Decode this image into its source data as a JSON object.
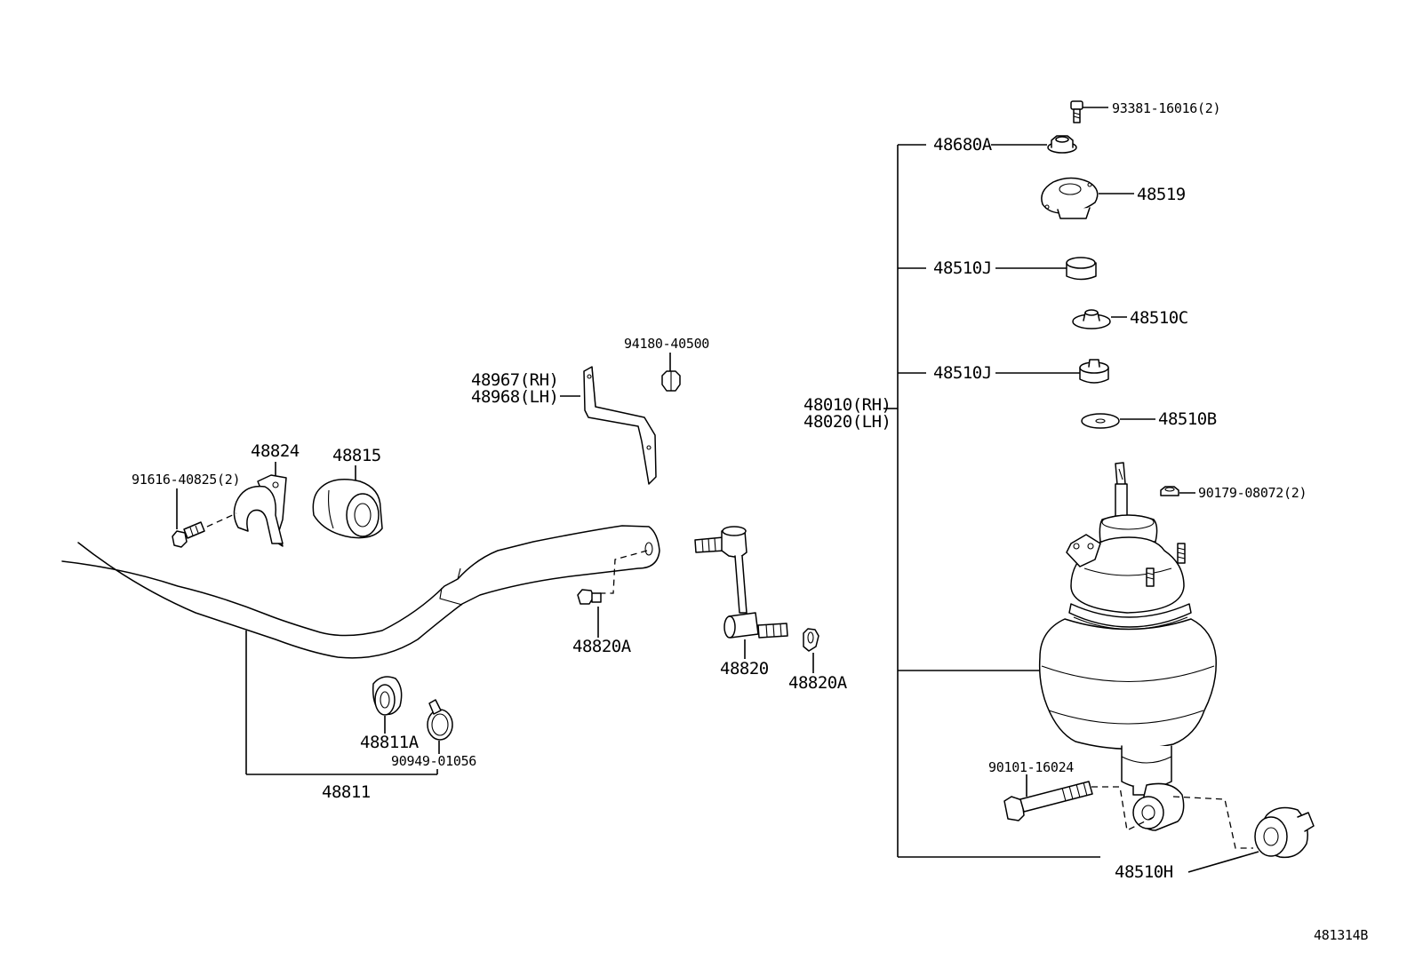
{
  "diagram_id": "481314B",
  "parts": {
    "p93381": "93381-16016(2)",
    "p48680A": "48680A",
    "p48519": "48519",
    "p48510J_upper": "48510J",
    "p48510C": "48510C",
    "p48510J_lower": "48510J",
    "p48510B": "48510B",
    "p48010": "48010(RH)",
    "p48020": "48020(LH)",
    "p90179": "90179-08072(2)",
    "p90101": "90101-16024",
    "p48510H": "48510H",
    "p94180": "94180-40500",
    "p48967": "48967(RH)",
    "p48968": "48968(LH)",
    "p48824": "48824",
    "p48815": "48815",
    "p91616": "91616-40825(2)",
    "p48820A_left": "48820A",
    "p48820": "48820",
    "p48820A_right": "48820A",
    "p48811A": "48811A",
    "p90949": "90949-01056",
    "p48811": "48811"
  }
}
